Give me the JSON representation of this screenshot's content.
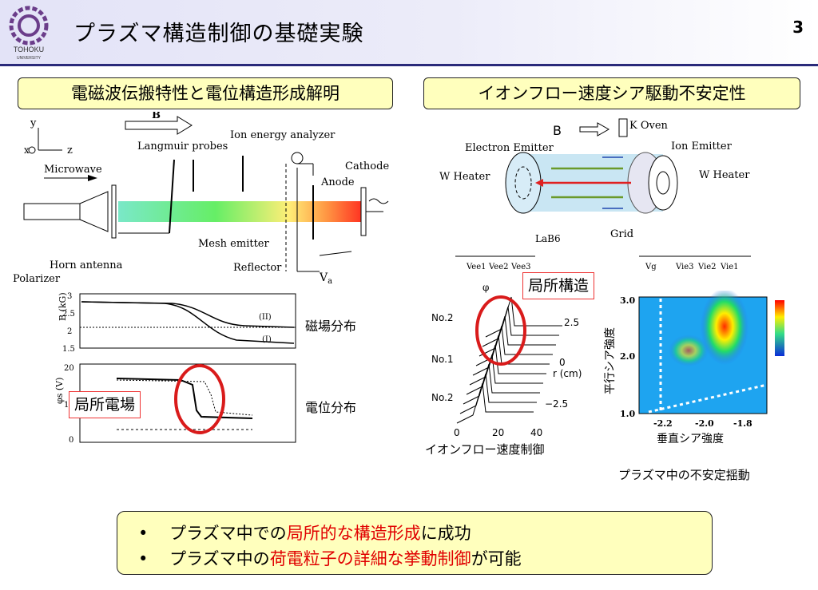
{
  "header": {
    "title": "プラズマ構造制御の基礎実験",
    "page_number": "3",
    "logo_text": "TOHOKU",
    "logo_sub": "UNIVERSITY"
  },
  "left_section": {
    "heading": "電磁波伝搬特性と電位構造形成解明",
    "label_y": "y",
    "label_x": "x",
    "label_z": "z",
    "b_label": "B",
    "microwave": "Microwave",
    "langmuir": "Langmuir probes",
    "ion_energy": "Ion energy analyzer",
    "cathode": "Cathode",
    "anode": "Anode",
    "mesh_emitter": "Mesh emitter",
    "reflector": "Reflector",
    "horn_antenna": "Horn antenna",
    "polarizer": "Polarizer",
    "va": "V",
    "va_sub": "a"
  },
  "plot_b": {
    "ylabel": "B (kG)",
    "ticks": [
      "3",
      "2.5",
      "2",
      "1.5"
    ],
    "curve_i": "(I)",
    "curve_ii": "(II)",
    "caption": "磁場分布"
  },
  "plot_phi": {
    "ylabel": "φs (V)",
    "ticks": [
      "20",
      "10",
      "0"
    ],
    "caption": "電位分布",
    "callout": "局所電場"
  },
  "right_section": {
    "heading": "イオンフロー速度シア駆動不安定性",
    "b_label": "B",
    "k_oven": "K Oven",
    "electron_emitter": "Electron Emitter",
    "ion_emitter": "Ion Emitter",
    "w_heater_left": "W Heater",
    "w_heater_right": "W Heater",
    "lab6": "LaB6",
    "grid": "Grid",
    "vee1": "Vee1",
    "vee2": "Vee2",
    "vee3": "Vee3",
    "vg": "Vg",
    "vie3": "Vie3",
    "vie2": "Vie2",
    "vie1": "Vie1"
  },
  "waterfall": {
    "phi": "φ",
    "no2_top": "No.2",
    "no1": "No.1",
    "no2_bottom": "No.2",
    "r_ticks": [
      "2.5",
      "0",
      "r (cm)",
      "−2.5"
    ],
    "x_ticks": [
      "0",
      "20",
      "40"
    ],
    "xlabel": "イオンフロー速度制御",
    "callout": "局所構造"
  },
  "contour": {
    "ylabel": "平行シア強度",
    "xlabel": "垂直シア強度",
    "y_ticks": [
      "3.0",
      "2.0",
      "1.0"
    ],
    "x_ticks": [
      "-2.2",
      "-2.0",
      "-1.8"
    ],
    "caption": "プラズマ中の不安定揺動"
  },
  "summary": {
    "line1_pre": "プラズマ中での",
    "line1_red": "局所的な構造形成",
    "line1_post": "に成功",
    "line2_pre": "プラズマ中の",
    "line2_red": "荷電粒子の詳細な挙動制御",
    "line2_post": "が可能",
    "bullet": "•"
  }
}
